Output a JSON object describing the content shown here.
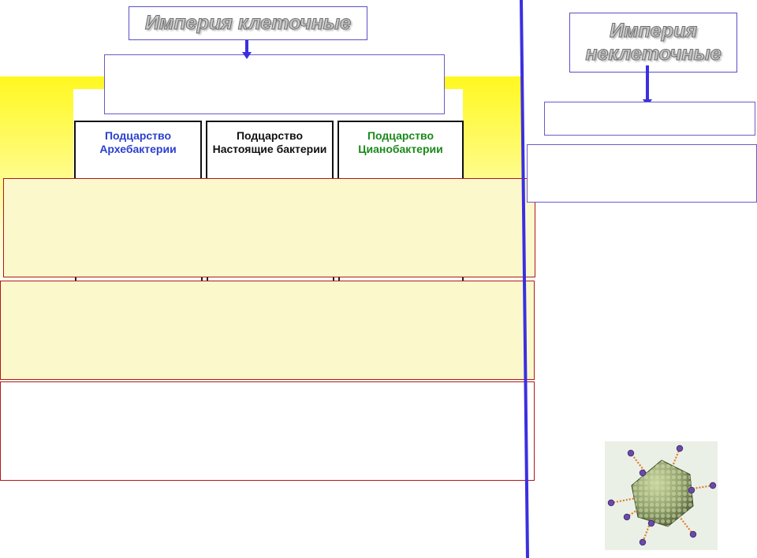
{
  "cellular": {
    "title": "Империя клеточные"
  },
  "noncellular": {
    "title": "Империя\nнеклеточные"
  },
  "subkingdoms": [
    {
      "label": "Подцарство Архебактерии",
      "color": "#2b3fd0"
    },
    {
      "label": "Подцарство Настоящие бактерии",
      "color": "#111111"
    },
    {
      "label": "Подцарство Цианобактерии",
      "color": "#1a8a1a"
    }
  ],
  "colors": {
    "arrow": "#3b2fe0",
    "divider": "#3b2fe0",
    "box_border": "#5a4fc4",
    "band_border": "#b01818",
    "panel_top": "#fff820"
  },
  "image": {
    "icon": "virus-icon"
  }
}
